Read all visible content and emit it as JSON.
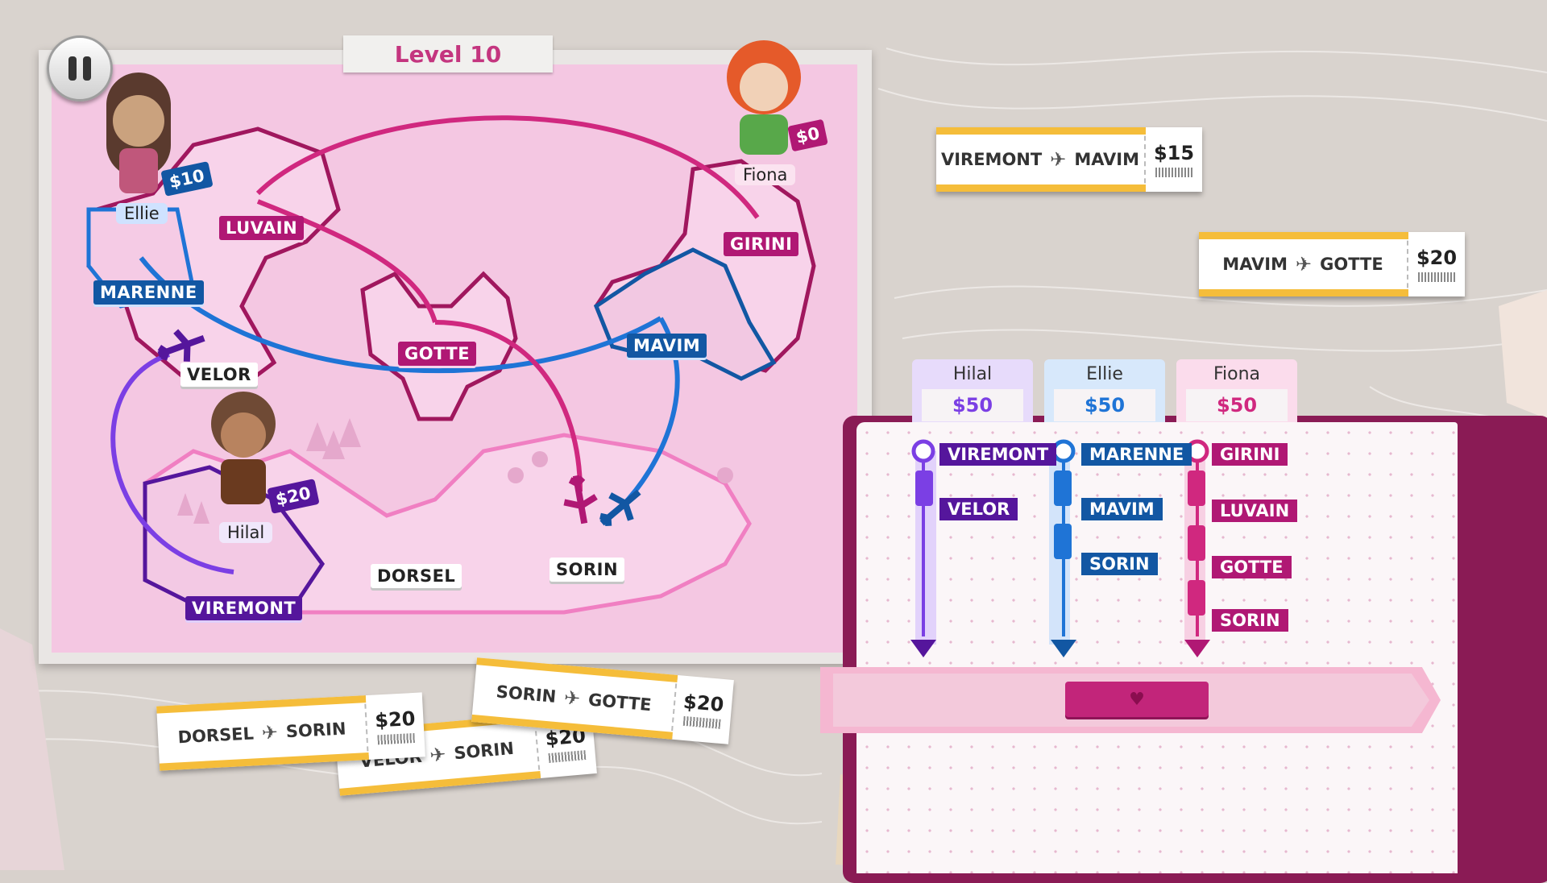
{
  "level": {
    "label": "Level 10"
  },
  "map": {
    "cities": {
      "luvain": "LUVAIN",
      "marenne": "MARENNE",
      "girini": "GIRINI",
      "gotte": "GOTTE",
      "mavim": "MAVIM",
      "velor": "VELOR",
      "dorsel": "DORSEL",
      "sorin": "SORIN",
      "viremont": "VIREMONT"
    },
    "players": [
      {
        "name": "Ellie",
        "money": "$10"
      },
      {
        "name": "Fiona",
        "money": "$0"
      },
      {
        "name": "Hilal",
        "money": "$20"
      }
    ]
  },
  "tickets": [
    {
      "from": "VIREMONT",
      "to": "MAVIM",
      "price": "$15"
    },
    {
      "from": "MAVIM",
      "to": "GOTTE",
      "price": "$20"
    },
    {
      "from": "DORSEL",
      "to": "SORIN",
      "price": "$20"
    },
    {
      "from": "SORIN",
      "to": "GOTTE",
      "price": "$20"
    },
    {
      "from": "VELOR",
      "to": "SORIN",
      "price": "$20"
    }
  ],
  "ticket_arrow_icon": "plane-icon",
  "itinerary": {
    "players": [
      {
        "name": "Hilal",
        "balance": "$50",
        "color": "#7b3fe4",
        "stops": [
          "VIREMONT",
          "VELOR"
        ]
      },
      {
        "name": "Ellie",
        "balance": "$50",
        "color": "#1f74d6",
        "stops": [
          "MARENNE",
          "MAVIM",
          "SORIN"
        ]
      },
      {
        "name": "Fiona",
        "balance": "$50",
        "color": "#d0287f",
        "stops": [
          "GIRINI",
          "LUVAIN",
          "GOTTE",
          "SORIN"
        ]
      }
    ],
    "go_button_icon": "heart-icon"
  },
  "colors": {
    "pink": "#d0287f",
    "blue": "#1f74d6",
    "purple": "#7b3fe4",
    "ticket_band": "#f5bd3a"
  }
}
